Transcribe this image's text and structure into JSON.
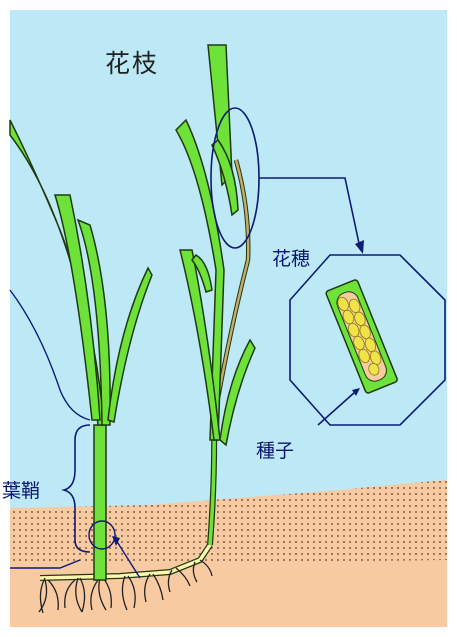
{
  "diagram": {
    "title": "花枝",
    "labels": {
      "spike": "花穂",
      "seed": "種子",
      "sheath": "葉鞘"
    }
  },
  "colors": {
    "sky": "#bde9f7",
    "soil": "#f7caa2",
    "soil_dots": "#5a3b2a",
    "leaf": "#6fe23a",
    "leaf_stroke": "#1f3a10",
    "callout": "#0d1a7a",
    "seed_fill": "#f2e24a"
  }
}
